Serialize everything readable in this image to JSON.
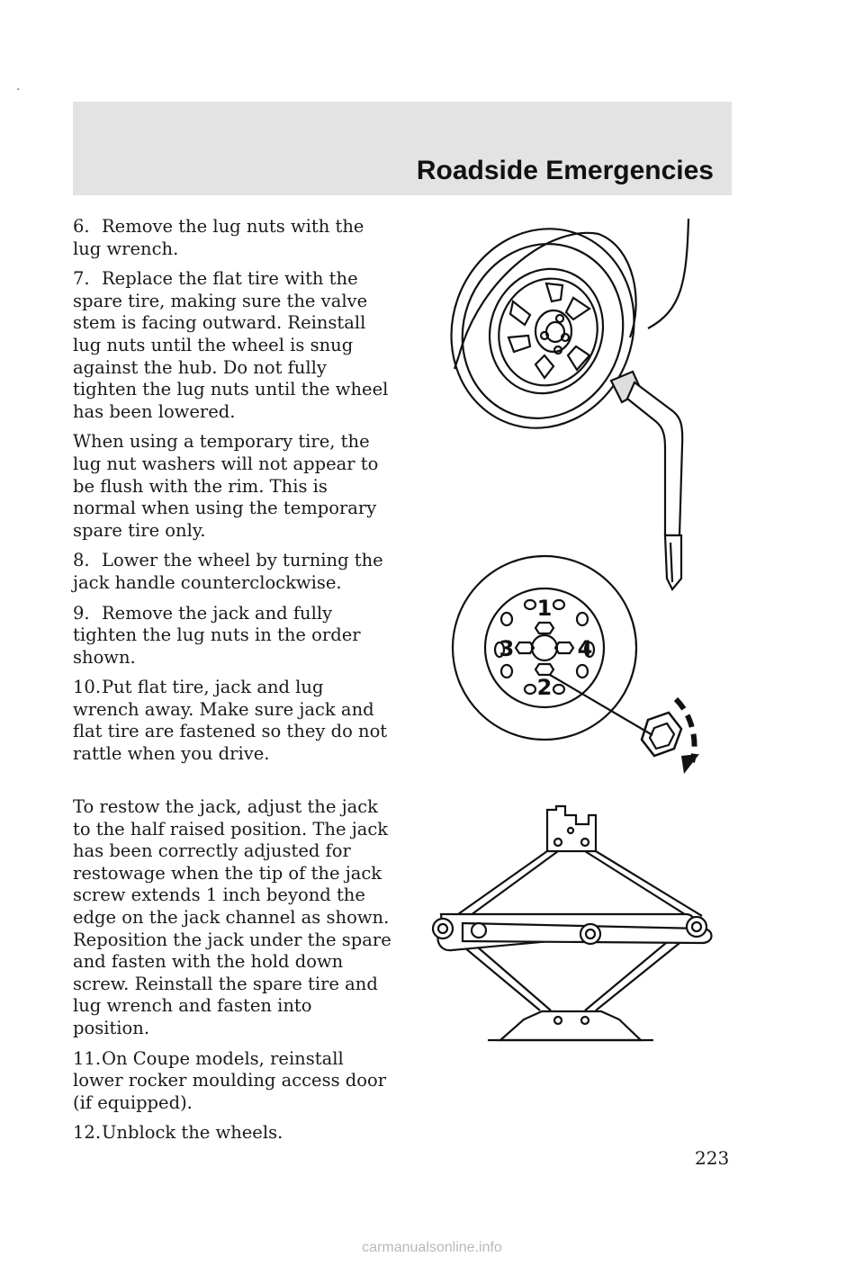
{
  "header": {
    "title": "Roadside Emergencies"
  },
  "steps_top": [
    {
      "num": "6.",
      "text": "Remove the lug nuts with the lug wrench."
    },
    {
      "num": "7.",
      "text": "Replace the flat tire with the spare tire, making sure the valve stem is facing outward. Reinstall lug nuts until the wheel is snug against the hub. Do not fully tighten the lug nuts until the wheel has been lowered."
    },
    {
      "num": "",
      "text": "When using a temporary tire, the lug nut washers will not appear to be flush with the rim. This is normal when using the temporary spare tire only."
    },
    {
      "num": "8.",
      "text": "Lower the wheel by turning the jack handle counterclockwise."
    },
    {
      "num": "9.",
      "text": "Remove the jack and fully tighten the lug nuts in the order shown."
    },
    {
      "num": "10.",
      "text": "Put flat tire, jack and lug wrench away. Make sure jack and flat tire are fastened so they do not rattle when you drive."
    }
  ],
  "steps_bottom": [
    {
      "num": "",
      "text": "To restow the jack, adjust the jack to the half raised position. The jack has been correctly adjusted for restowage when the tip of the jack screw extends 1 inch beyond the edge on the jack channel as shown. Reposition the jack under the spare and fasten with the hold down screw. Reinstall the spare tire and lug wrench and fasten into position."
    },
    {
      "num": "11.",
      "text": "On Coupe models, reinstall lower rocker moulding access door (if equipped)."
    },
    {
      "num": "12.",
      "text": "Unblock the wheels."
    }
  ],
  "lug_order": {
    "top": "1",
    "bottom": "2",
    "left": "3",
    "right": "4"
  },
  "page_number": "223",
  "footer": "carmanualsonline.info",
  "dot_mark": "."
}
